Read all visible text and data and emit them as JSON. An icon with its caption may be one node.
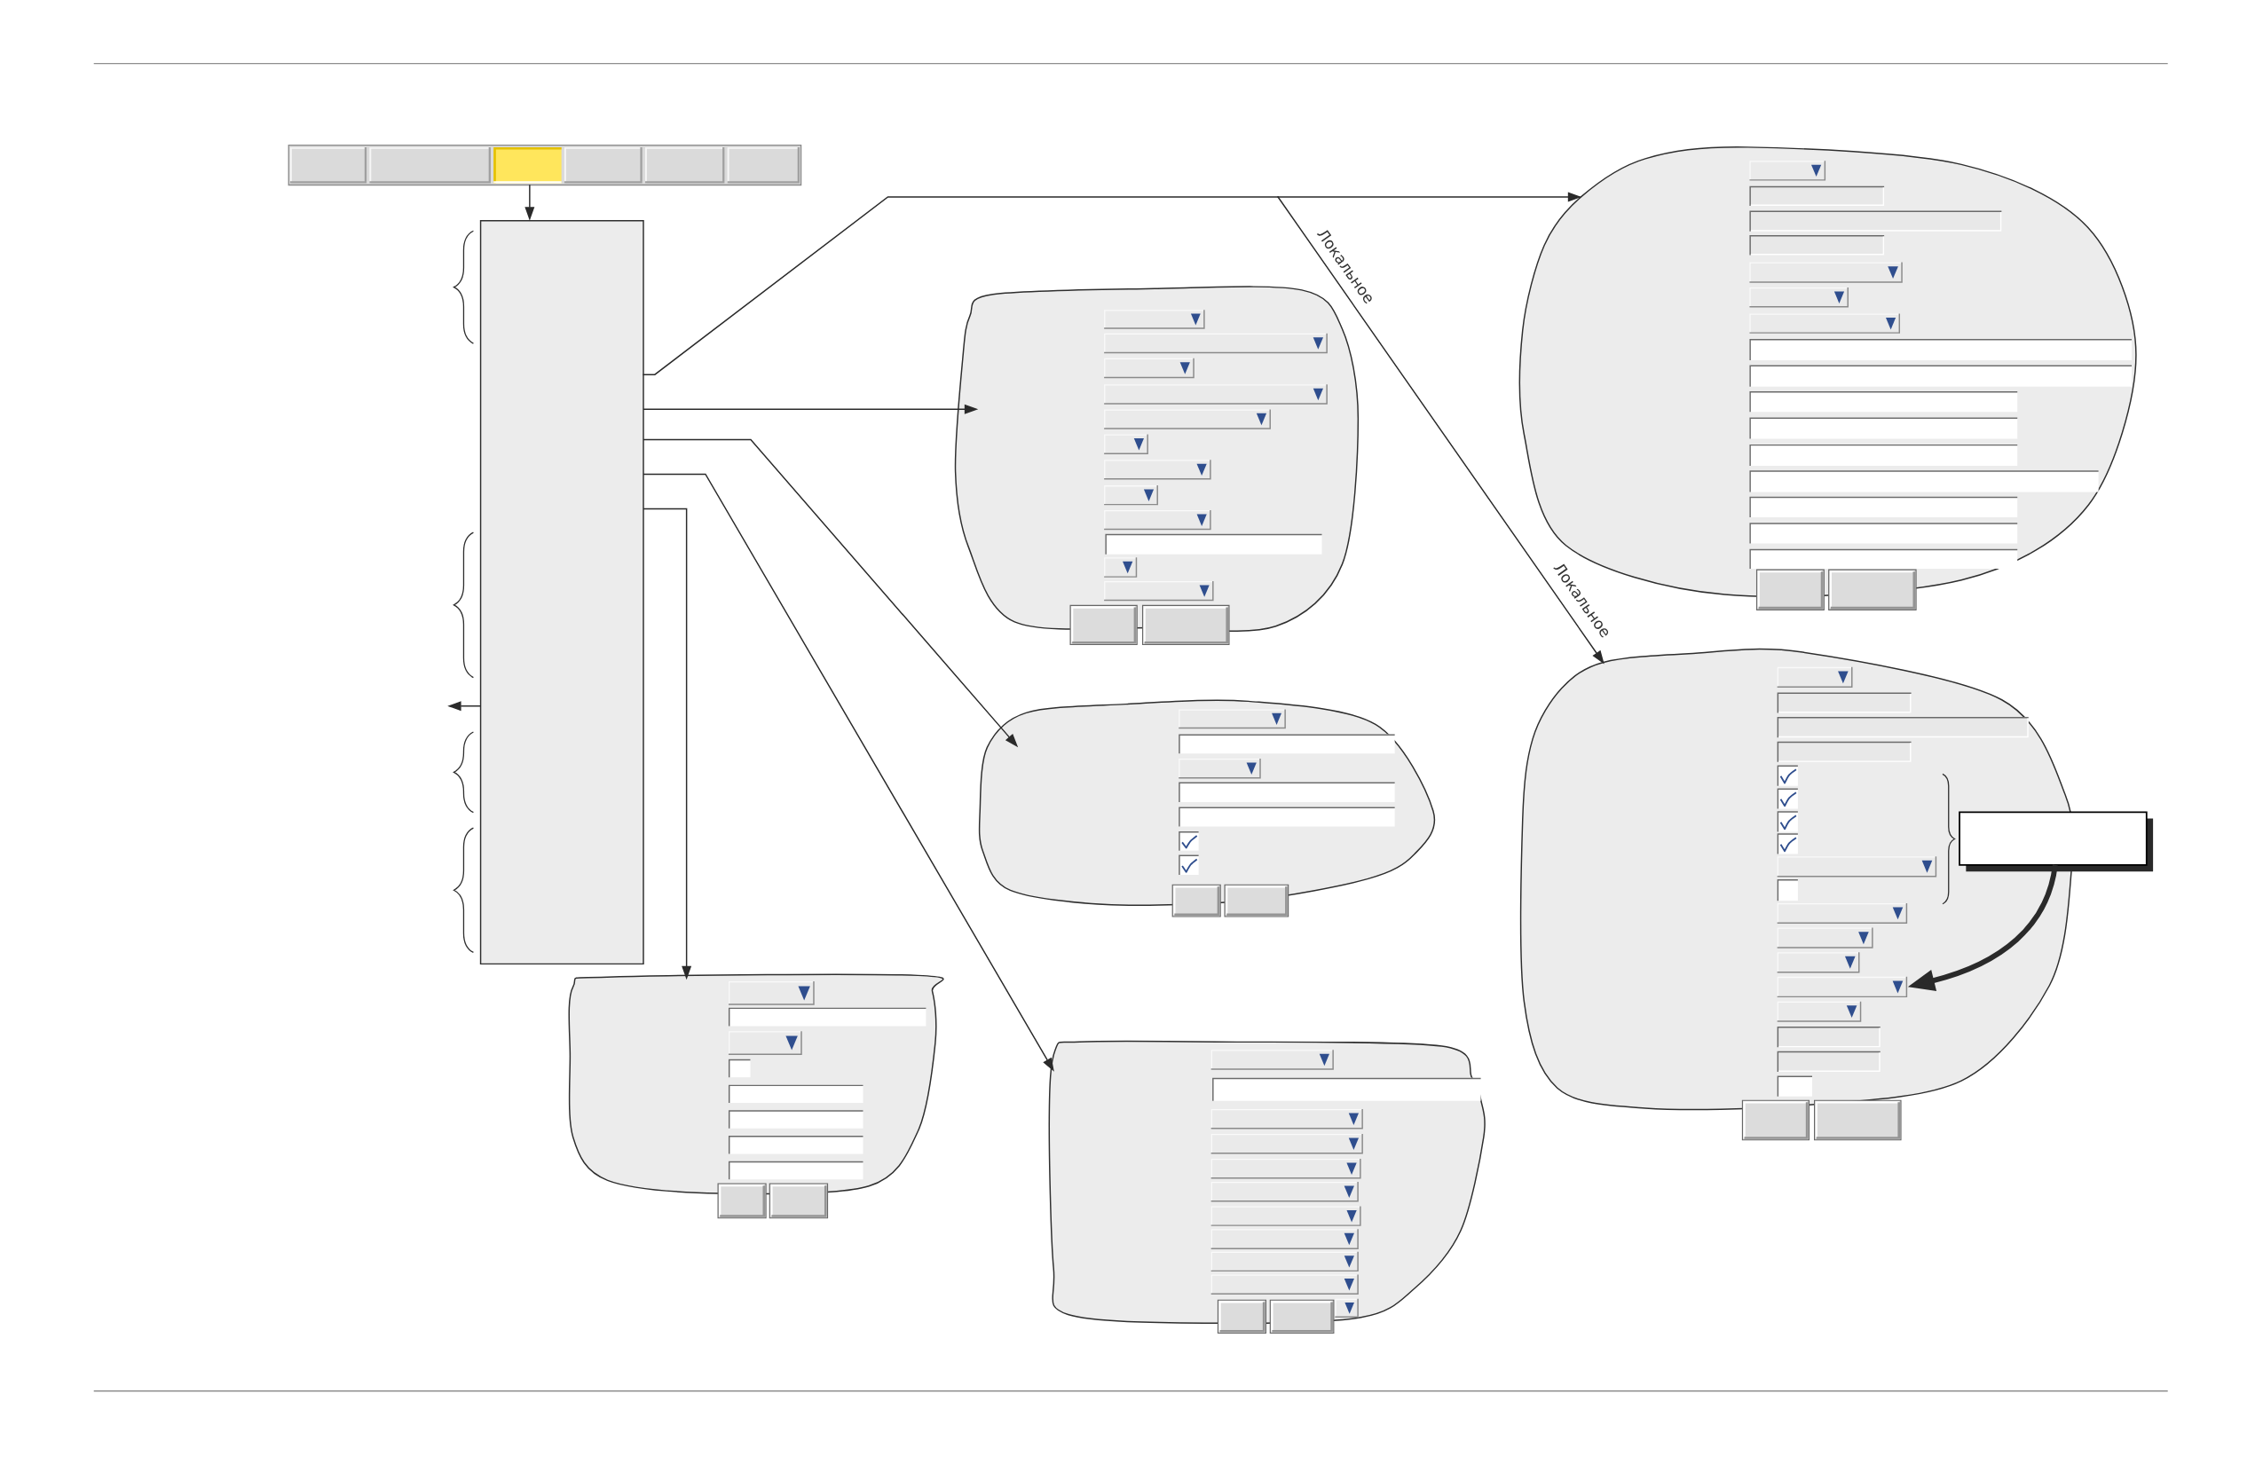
{
  "diagram": {
    "nodes": [
      {
        "text": [],
        "shape": "box"
      },
      {
        "text": [],
        "shape": "box"
      },
      {
        "text": [],
        "shape": "blob"
      },
      {
        "text": [],
        "shape": "blob"
      },
      {
        "text": [],
        "shape": "blob"
      },
      {
        "text": [],
        "shape": "blob"
      },
      {
        "text": [],
        "shape": "blob"
      },
      {
        "text": [],
        "shape": "blob"
      },
      {
        "text": [],
        "shape": "box"
      },
      {
        "text": [],
        "shape": "box",
        "in": 7
      }
    ],
    "edges": [
      {
        "from": 0,
        "to": 1,
        "arrow": "to"
      },
      {
        "from": 1,
        "to": 3,
        "arrow": "to"
      },
      {
        "from": 1,
        "to": 7,
        "arrow": "to",
        "label": "Локальное"
      },
      {
        "from": 1,
        "to": 2,
        "arrow": "to"
      },
      {
        "from": 1,
        "to": 4,
        "arrow": "to"
      },
      {
        "from": 1,
        "to": 5,
        "arrow": "to"
      },
      {
        "from": 1,
        "to": 6,
        "arrow": "to"
      },
      {
        "from": 1,
        "to": null,
        "arrow": "to"
      },
      {
        "from": 8,
        "to": 9,
        "arrow": "to",
        "style": "thick"
      }
    ],
    "labels": [
      "Локальное"
    ]
  }
}
